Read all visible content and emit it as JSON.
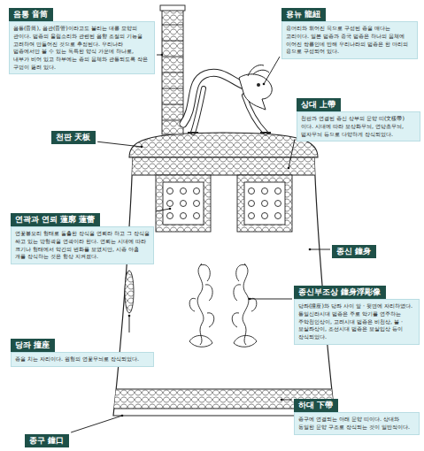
{
  "diagram": {
    "nodes": [
      {
        "text": [
          "음통 音筒",
          "음통(音筒), 음관(音管)이라고도 불리는 대롱 모양의 관이다. 범종의 울림소리와 관련된 음향 조절의 기능을 고려하여 만들어진 것으로 추정된다. 우리나라 범종에서만 볼 수 있는 독특한 양식 가운데 하나로, 내부가 비어 있고 하부에는 종의 몸체와 관통되도록 작은 구멍이 뚫려 있다."
        ]
      },
      {
        "text": [
          "용뉴 龍紐",
          "용머리와 휘어진 목으로 구성된 종을 매다는 고리이다. 일본 범종과 중국 범종은 하나의 몸체에 이어진 쌍룡인데 반해 우리나라의 범종은 한 마리의 용으로 구성되어 있다."
        ]
      },
      {
        "text": [
          "상대 上帶",
          "천판과 연결된 종신 상부의 문양 띠(文樣帶)이다. 시대에 따라 보상화무늬, 연당초무늬, 범자무늬 등으로 다양하게 장식되었다."
        ]
      },
      {
        "text": [
          "천판 天板"
        ]
      },
      {
        "text": [
          "연곽과 연뢰 蓮廓 蓮蕾",
          "연꽃봉오리 형태로 돌출한 장식을 연뢰라 하고 그 장식을 싸고 있는 방형곽을 연곽이라 한다. 연뢰는 시대에 따라 크기나 형태에서 약간의 변화를 보였지만, 시종 아홉 개를 장식하는 것은 항상 지켜졌다."
        ]
      },
      {
        "text": [
          "종신 鐘身"
        ]
      },
      {
        "text": [
          "종신부조상 鐘身浮彫像",
          "당좌(撞座)와 당좌 사이 앞 · 뒷면에 자리하였다. 통일신라시대 범종은 주로 악기를 연주하는 주악천인상이, 고려시대 범종은 비천상, 불 · 보살좌상이, 조선시대 범종은 보살입상 등이 장식되었다."
        ]
      },
      {
        "text": [
          "당좌 撞座",
          "종을 치는 자리이다. 원형의 연꽃무늬로 장식되었다."
        ]
      },
      {
        "text": [
          "하대 下帶",
          "종구에 연결되는 아래 문양 띠이다. 상대와 동일한 문양 구조로 장식되는 것이 일반적이다."
        ]
      },
      {
        "text": [
          "종구 鐘口"
        ]
      }
    ]
  }
}
